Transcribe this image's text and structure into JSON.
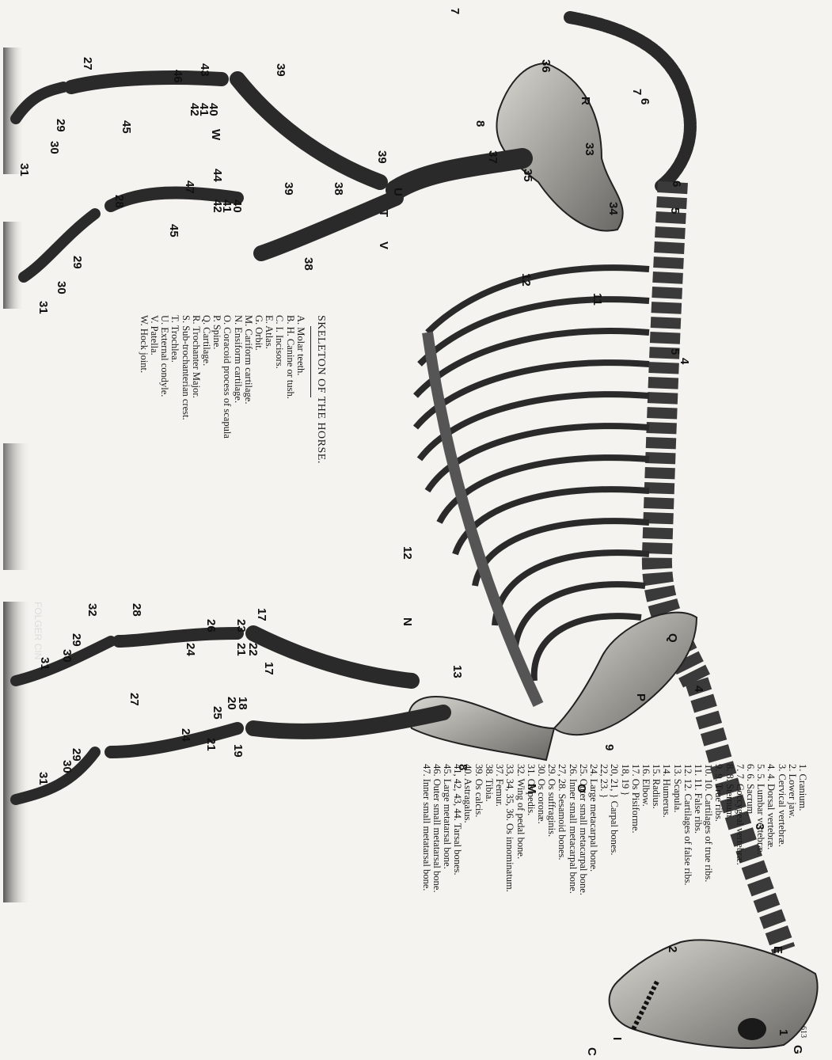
{
  "title": "SKELETON OF THE HORSE.",
  "page_number": "613",
  "stamp": "FOLGER CIN",
  "legend_letters": [
    "A. Molar teeth.",
    "B. H. Canine or tush.",
    "C. I. Incisors.",
    "E. Atlas.",
    "G. Orbit.",
    "M. Cariform cartilage.",
    "N. Ensiform cartilage.",
    "O. Coracoid process of scapula",
    "P. Spine.",
    "Q. Cartilage.",
    "R. Trochanter Major.",
    "S. Sub-trochanterian crest.",
    "T. Trochlea.",
    "U. External condyle.",
    "V. Patella.",
    "W. Hock joint."
  ],
  "legend_numbers": [
    "1. Cranium.",
    "2. Lower jaw.",
    "3. Cervical vertebræ.",
    "4. 4. Dorsal vertebræ.",
    "5. 5. Lumbar vertebræ.",
    "6. 6. Sacrum.",
    "7. 7. Coccygeal vertebræ.",
    "8. 8. Sternum.",
    "9. 9. True ribs.",
    "10. 10. Cartilages of true ribs.",
    "11. 11. False ribs.",
    "12. 12. Cartilages of false ribs.",
    "13. Scapula.",
    "14. Humerus.",
    "15. Radius.",
    "16. Elbow.",
    "17. Os Pisiforme.",
    "18, 19 }",
    "20, 21, } Carpal bones.",
    "22, 23. }",
    "24. Large metacarpal bone.",
    "25. Outer small metacarpal bone.",
    "26. Inner small metacarpal bone.",
    "27, 28. Sesamoid bones.",
    "29. Os suffraginis.",
    "30. Os coronæ.",
    "31. Os pedis.",
    "32. Wing of pedal bone.",
    "33, 34, 35, 36. Os innominatum.",
    "37. Femur.",
    "38. Tibia.",
    "39. Os calcis.",
    "40. Astragalus.",
    "41, 42, 43, 44. Tarsal bones.",
    "45. Large metatarsal bone.",
    "46. Outer small metatarsal bone.",
    "47. Inner small metatarsal bone."
  ],
  "labels": {
    "l7a": "7",
    "l7b": "7",
    "l6a": "6",
    "l6b": "6",
    "l5a": "5",
    "l5b": "5",
    "l4a": "4",
    "l4b": "4",
    "l3": "3",
    "l2": "2",
    "l1": "1",
    "lE": "E",
    "lG": "G",
    "lC": "C",
    "lI": "I",
    "lM": "M",
    "lO": "O",
    "l9": "9",
    "l8a": "8",
    "l8b": "8",
    "lN": "N",
    "l12a": "12",
    "l12b": "12",
    "l11": "11",
    "l13": "13",
    "lQ": "Q",
    "lP": "P",
    "lR": "R",
    "lW": "W",
    "lU": "U",
    "lT": "T",
    "lV": "V",
    "l33": "33",
    "l34": "34",
    "l35": "35",
    "l36": "36",
    "l37": "37",
    "l38a": "38",
    "l38b": "38",
    "l39a": "39",
    "l39b": "39",
    "l39c": "39",
    "l43": "43",
    "l46": "46",
    "l40a": "40",
    "l41a": "41",
    "l42a": "42",
    "l44": "44",
    "l47": "47",
    "l40b": "40",
    "l41b": "41",
    "l42b": "42",
    "l45a": "45",
    "l45b": "45",
    "l27a": "27",
    "l28a": "28",
    "l29a": "29",
    "l29b": "29",
    "l30a": "30",
    "l30b": "30",
    "l31a": "31",
    "l31b": "31",
    "l17a": "17",
    "l17b": "17",
    "l23": "23",
    "l22": "22",
    "l21a": "21",
    "l21b": "21",
    "l26": "26",
    "l24a": "24",
    "l24b": "24",
    "l18": "18",
    "l20": "20",
    "l19": "19",
    "l25": "25",
    "l28b": "28",
    "l27b": "27",
    "l32": "32",
    "l29c": "29",
    "l30c": "30",
    "l31c": "31",
    "l29d": "29",
    "l30d": "30",
    "l31d": "31"
  }
}
